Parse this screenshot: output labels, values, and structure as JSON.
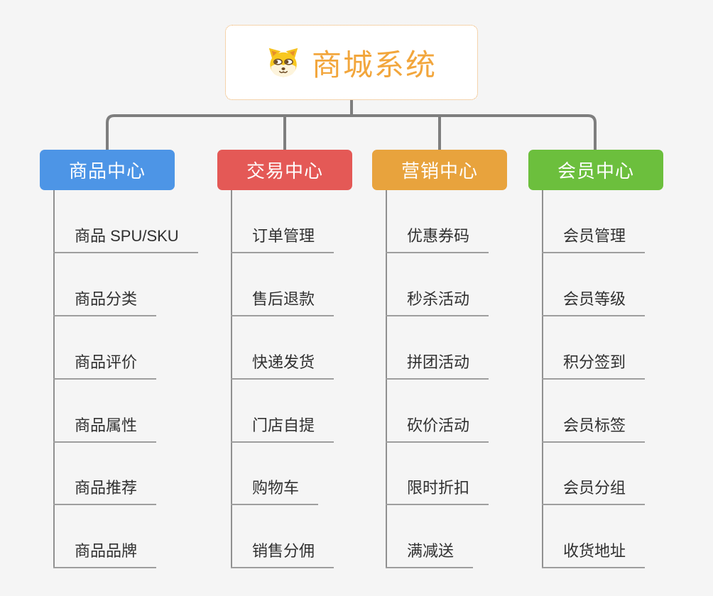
{
  "page": {
    "background_color": "#f5f5f5",
    "connector_color": "#7e7e7e"
  },
  "root": {
    "title": "商城系统",
    "icon": "dog-face-icon",
    "text_color": "#f2a63c",
    "border_color": "#eba95a"
  },
  "branches": [
    {
      "label": "商品中心",
      "color": "#4d95e6",
      "items": [
        "商品 SPU/SKU",
        "商品分类",
        "商品评价",
        "商品属性",
        "商品推荐",
        "商品品牌"
      ]
    },
    {
      "label": "交易中心",
      "color": "#e45956",
      "items": [
        "订单管理",
        "售后退款",
        "快递发货",
        "门店自提",
        "购物车",
        "销售分佣"
      ]
    },
    {
      "label": "营销中心",
      "color": "#e8a33d",
      "items": [
        "优惠券码",
        "秒杀活动",
        "拼团活动",
        "砍价活动",
        "限时折扣",
        "满减送"
      ]
    },
    {
      "label": "会员中心",
      "color": "#6cbf3d",
      "items": [
        "会员管理",
        "会员等级",
        "积分签到",
        "会员标签",
        "会员分组",
        "收货地址"
      ]
    }
  ]
}
